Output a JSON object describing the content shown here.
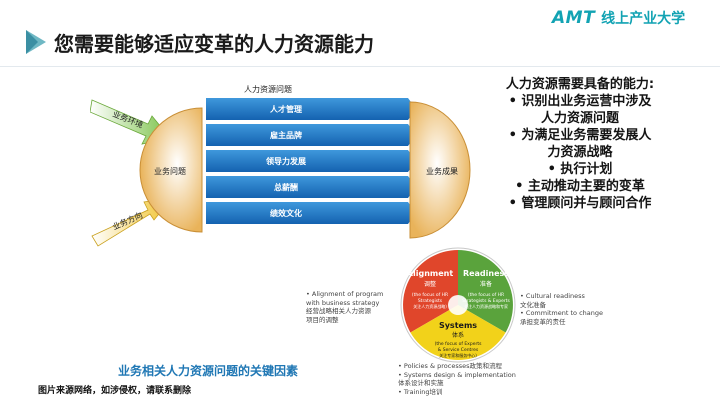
{
  "header": {
    "title": "您需要能够适应变革的人力资源能力",
    "brand_logo": "AMT",
    "brand_name": "线上产业大学"
  },
  "diagram": {
    "top_label": "人力资源问题",
    "input_arrows": [
      "业务环境",
      "业务方向"
    ],
    "left_circle": "业务问题",
    "bars": [
      "人才管理",
      "雇主品牌",
      "领导力发展",
      "总薪酬",
      "绩效文化"
    ],
    "right_circle": "业务成果"
  },
  "capabilities": {
    "heading": "人力资源需要具备的能力:",
    "items": [
      "• 识别出业务运营中涉及\n人力资源问题",
      "• 为满足业务需要发展人\n力资源战略",
      "• 执行计划",
      "• 主动推动主要的变革",
      "• 管理顾问并与顾问合作"
    ]
  },
  "venn": {
    "alignment": {
      "title": "Alignment",
      "cn": "调整",
      "note": "(the focus of\nHR Strategists\n关注人力资源战略)"
    },
    "readiness": {
      "title": "Readiness",
      "cn": "准备",
      "note": "(the focus of HR\nStrategists & Experts\n关注人力资源战略和专家)"
    },
    "systems": {
      "title": "Systems",
      "cn": "体系",
      "note": "(the focus of Experts\n& Service Centres\n关注专家和服务中心)"
    },
    "left_note": "• Alignment of program\n  with business strategy\n  经营战略相关人力资源\n  项目的调整",
    "right_note": "• Cultural readiness\n  文化准备\n• Commitment to change\n  承担变革的责任",
    "bottom_note": "• Policies & processes政策和流程\n• Systems design & implementation\n  体系设计和实施\n• Training培训"
  },
  "caption": "业务相关人力资源问题的关键因素",
  "source_note": "图片来源网络，如涉侵权，请联系删除",
  "colors": {
    "accent": "#12a3b3",
    "bar_blue": "#1e78c8",
    "alignment_red": "#e0462b",
    "readiness_green": "#5aa33c",
    "systems_yellow": "#f2d21a",
    "caption_blue": "#1f77b4"
  }
}
